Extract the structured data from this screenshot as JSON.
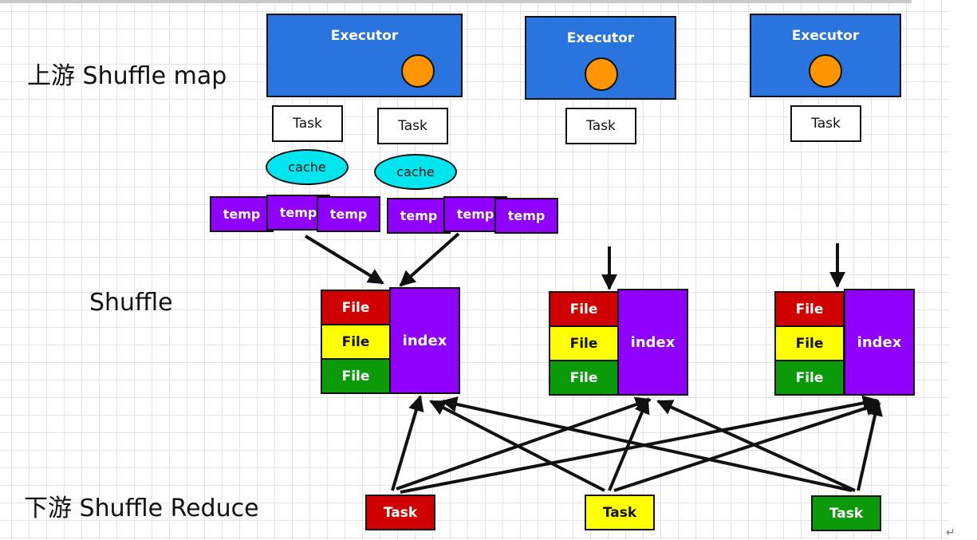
{
  "labels": {
    "upstream": "上游 Shuffle map",
    "shuffle": "Shuffle",
    "downstream": "下游 Shuffle Reduce"
  },
  "executors": [
    {
      "label": "Executor"
    },
    {
      "label": "Executor"
    },
    {
      "label": "Executor"
    }
  ],
  "map_tasks": [
    "Task",
    "Task",
    "Task",
    "Task"
  ],
  "caches": [
    "cache",
    "cache"
  ],
  "temps": [
    "temp",
    "temp",
    "temp",
    "temp",
    "temp",
    "temp"
  ],
  "shuffle_groups": [
    {
      "files": [
        "File",
        "File",
        "File"
      ],
      "index": "index"
    },
    {
      "files": [
        "File",
        "File",
        "File"
      ],
      "index": "index"
    },
    {
      "files": [
        "File",
        "File",
        "File"
      ],
      "index": "index"
    }
  ],
  "reduce_tasks": [
    "Task",
    "Task",
    "Task"
  ],
  "return_mark": "↵",
  "colors": {
    "executor": "#2a74e0",
    "core": "#ff9500",
    "cache": "#00e5ee",
    "purple": "#9000ff",
    "red": "#d00000",
    "yellow": "#ffff00",
    "green": "#0a9a0a"
  }
}
